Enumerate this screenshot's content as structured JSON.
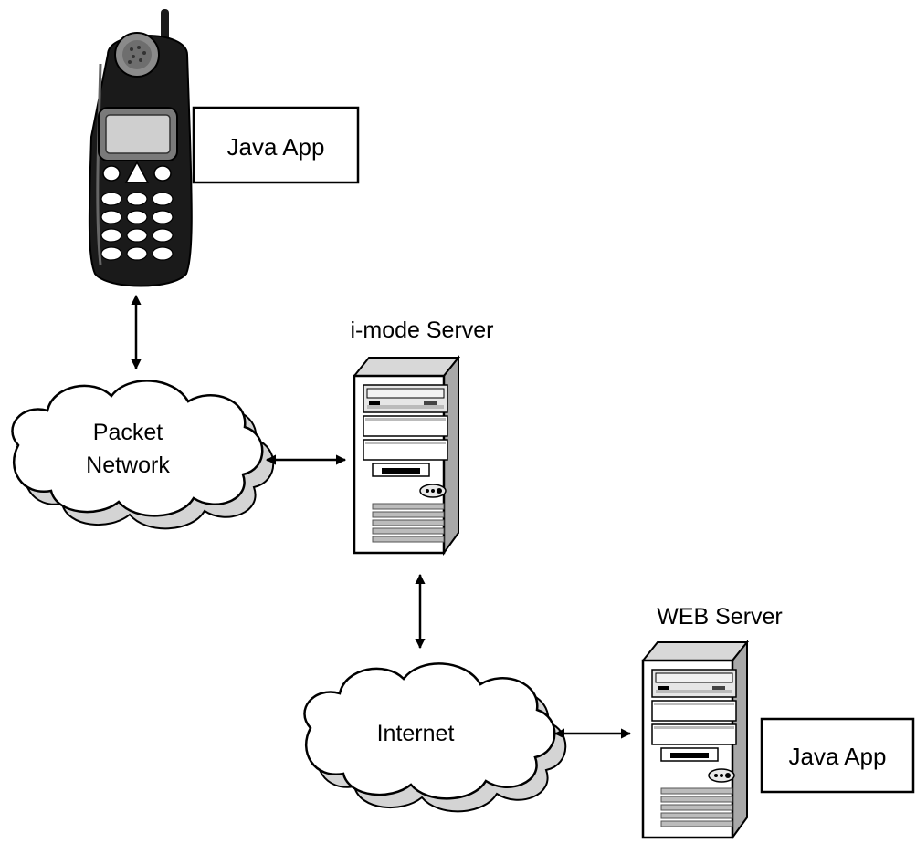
{
  "diagram": {
    "phone_app_label": "Java App",
    "imode_server_label": "i-mode Server",
    "packet_network_line1": "Packet",
    "packet_network_line2": "Network",
    "web_server_label": "WEB Server",
    "internet_label": "Internet",
    "web_app_label": "Java App"
  },
  "icons": {
    "phone": "mobile-phone-icon",
    "server": "tower-server-icon",
    "cloud": "cloud-icon"
  }
}
